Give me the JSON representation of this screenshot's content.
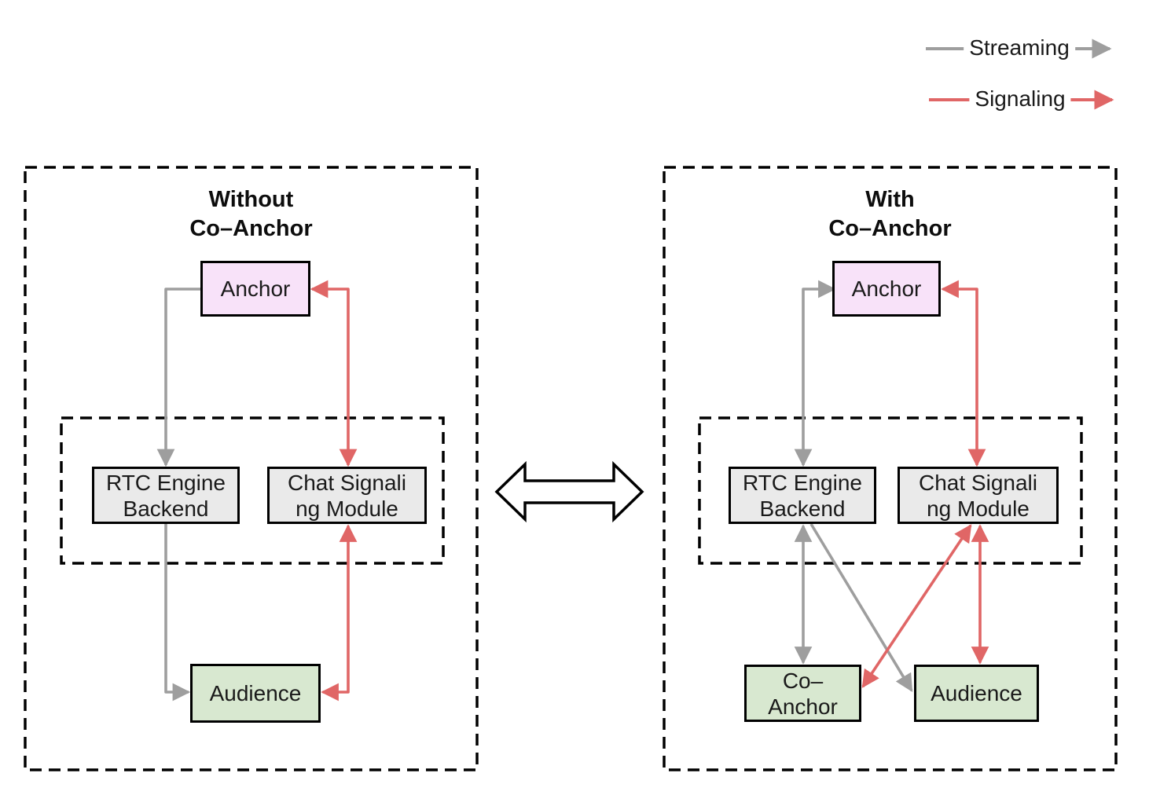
{
  "diagram": {
    "legend": {
      "streaming_label": "Streaming",
      "signaling_label": "Signaling"
    },
    "left_panel": {
      "title_line1": "Without",
      "title_line2": "Co–Anchor",
      "anchor_label": "Anchor",
      "rtc_line1": "RTC Engine",
      "rtc_line2": "Backend",
      "chat_line1": "Chat Signali",
      "chat_line2": "ng Module",
      "audience_label": "Audience"
    },
    "right_panel": {
      "title_line1": "With",
      "title_line2": "Co–Anchor",
      "anchor_label": "Anchor",
      "rtc_line1": "RTC Engine",
      "rtc_line2": "Backend",
      "chat_line1": "Chat Signali",
      "chat_line2": "ng Module",
      "coanchor_line1": "Co–",
      "coanchor_line2": "Anchor",
      "audience_label": "Audience"
    },
    "colors": {
      "streaming": "#9e9e9e",
      "signaling": "#e06666",
      "border": "#000000",
      "anchor_fill": "#f8e2f9",
      "backend_fill": "#eaeaea",
      "user_fill": "#d8e8d0"
    },
    "connections": {
      "without_coanchor": [
        {
          "type": "streaming",
          "from": "Anchor",
          "to": "RTC Engine Backend",
          "bidirectional": false
        },
        {
          "type": "streaming",
          "from": "RTC Engine Backend",
          "to": "Audience",
          "bidirectional": false
        },
        {
          "type": "signaling",
          "from": "Anchor",
          "to": "Chat Signaling Module",
          "bidirectional": true
        },
        {
          "type": "signaling",
          "from": "Chat Signaling Module",
          "to": "Audience",
          "bidirectional": true
        }
      ],
      "with_coanchor": [
        {
          "type": "streaming",
          "from": "Anchor",
          "to": "RTC Engine Backend",
          "bidirectional": true
        },
        {
          "type": "streaming",
          "from": "RTC Engine Backend",
          "to": "Co-Anchor",
          "bidirectional": true
        },
        {
          "type": "streaming",
          "from": "RTC Engine Backend",
          "to": "Audience",
          "bidirectional": false
        },
        {
          "type": "signaling",
          "from": "Anchor",
          "to": "Chat Signaling Module",
          "bidirectional": true
        },
        {
          "type": "signaling",
          "from": "Chat Signaling Module",
          "to": "Co-Anchor",
          "bidirectional": true
        },
        {
          "type": "signaling",
          "from": "Chat Signaling Module",
          "to": "Audience",
          "bidirectional": true
        }
      ]
    }
  }
}
